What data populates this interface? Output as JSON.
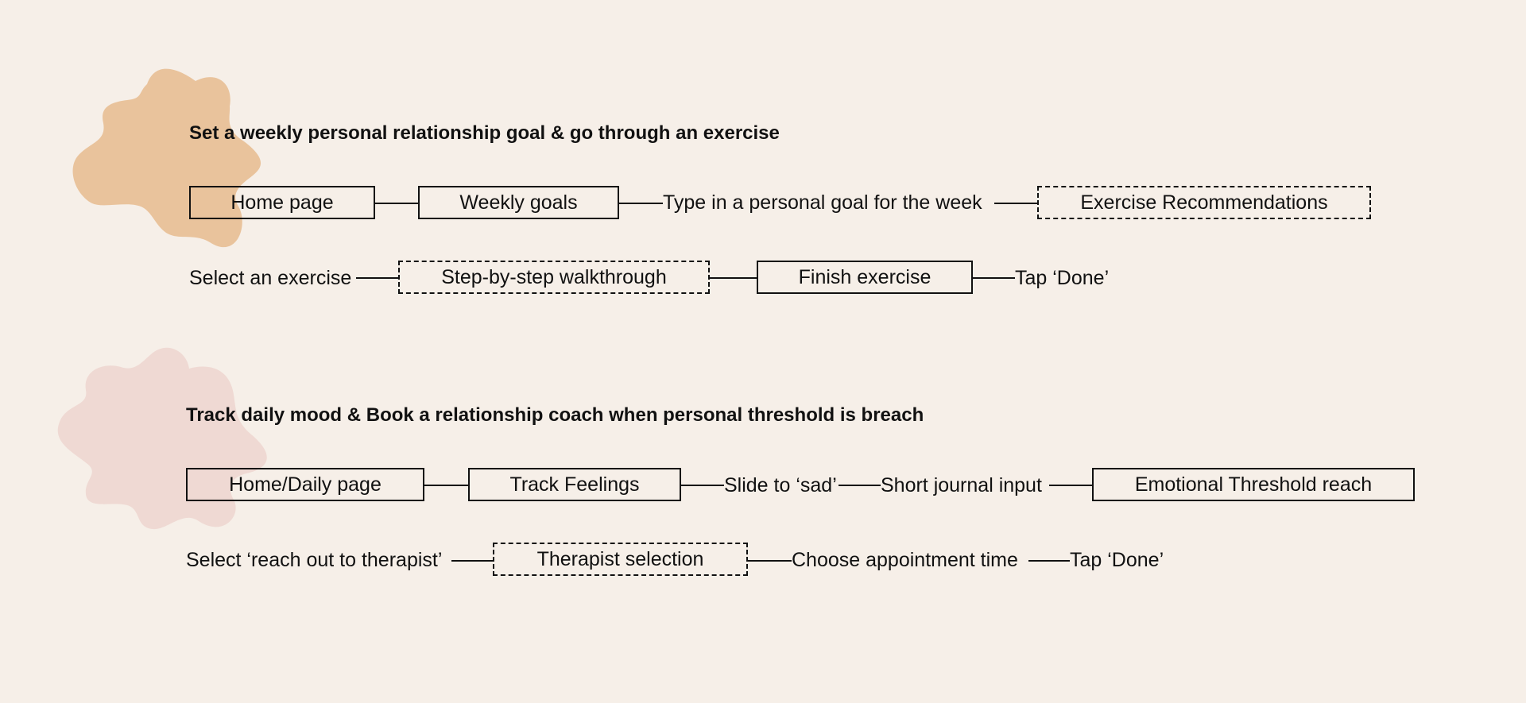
{
  "colors": {
    "background": "#f6efe8",
    "blob_orange": "#e9c39c",
    "blob_pink": "#efd9d3",
    "ink": "#111111"
  },
  "flow1": {
    "title": "Set a weekly personal relationship goal & go through an exercise",
    "home_page": "Home page",
    "weekly_goals": "Weekly goals",
    "type_goal": "Type in a personal goal for the week",
    "exercise_recommendations": "Exercise Recommendations",
    "select_exercise": "Select an exercise",
    "walkthrough": "Step-by-step walkthrough",
    "finish_exercise": "Finish exercise",
    "tap_done": "Tap ‘Done’"
  },
  "flow2": {
    "title": "Track daily mood & Book a relationship coach when personal threshold is breach",
    "home_daily_page": "Home/Daily page",
    "track_feelings": "Track Feelings",
    "slide_sad": "Slide to ‘sad’",
    "journal_input": "Short journal input",
    "threshold_reach": "Emotional Threshold reach",
    "reach_out": "Select ‘reach out to therapist’",
    "therapist_selection": "Therapist selection",
    "choose_time": "Choose appointment time",
    "tap_done": "Tap ‘Done’"
  }
}
